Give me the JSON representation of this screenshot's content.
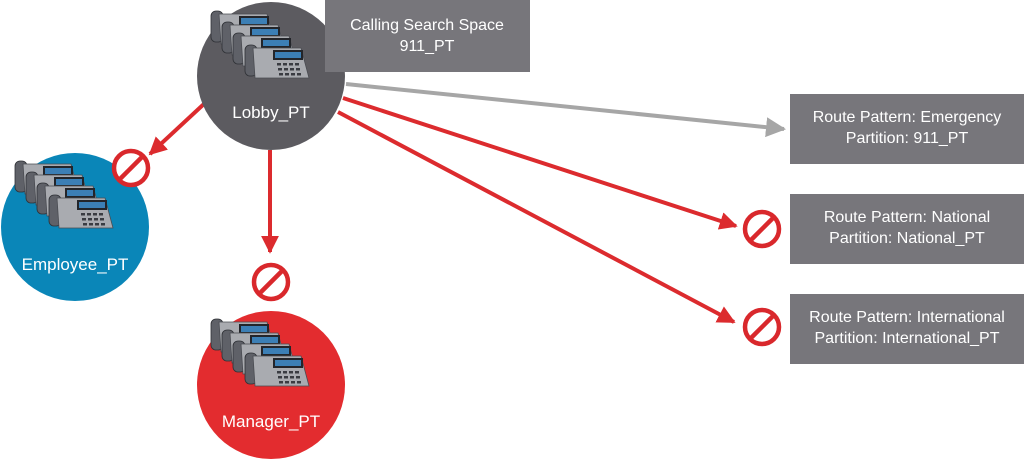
{
  "colors": {
    "lobby": "#5c5b60",
    "employee": "#0a86b8",
    "manager": "#e32c2f",
    "box": "#77767b",
    "allowed_arrow": "#a6a6a6",
    "blocked_arrow": "#dc2b2e",
    "prohibited_sign": "#d9282c"
  },
  "icons": {
    "phone": "ip-phone-stack-icon",
    "blocked": "prohibited-icon"
  },
  "nodes": {
    "lobby": {
      "label": "Lobby_PT"
    },
    "employee": {
      "label": "Employee_PT"
    },
    "manager": {
      "label": "Manager_PT"
    }
  },
  "css_box": {
    "line1": "Calling Search Space",
    "line2": "911_PT"
  },
  "route_patterns": [
    {
      "line1": "Route Pattern: Emergency",
      "line2": "Partition: 911_PT",
      "status": "allowed"
    },
    {
      "line1": "Route Pattern: National",
      "line2": "Partition: National_PT",
      "status": "blocked"
    },
    {
      "line1": "Route Pattern: International",
      "line2": "Partition: International_PT",
      "status": "blocked"
    }
  ]
}
